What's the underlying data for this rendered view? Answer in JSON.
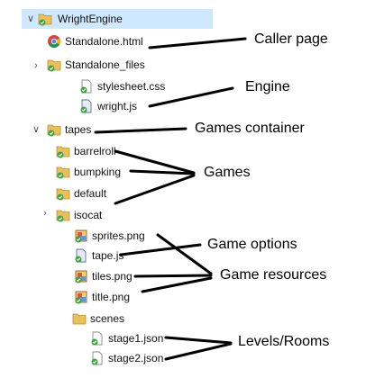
{
  "tree": {
    "root": "WrightEngine",
    "standalone_html": "Standalone.html",
    "standalone_files": "Standalone_files",
    "stylesheet": "stylesheet.css",
    "wright_js": "wright.js",
    "tapes": "tapes",
    "barrelroll": "barrelroll",
    "bumpking": "bumpking",
    "default": "default",
    "isocat": "isocat",
    "sprites_png": "sprites.png",
    "tape_js": "tape.js",
    "tiles_png": "tiles.png",
    "title_png": "title.png",
    "scenes": "scenes",
    "stage1_json": "stage1.json",
    "stage2_json": "stage2.json"
  },
  "annotations": {
    "caller_page": "Caller page",
    "engine": "Engine",
    "games_container": "Games container",
    "games": "Games",
    "game_options": "Game options",
    "game_resources": "Game resources",
    "levels_rooms": "Levels/Rooms"
  },
  "icons": {
    "folder": "folder-icon",
    "chrome": "chrome-icon",
    "file": "file-icon",
    "image": "image-icon",
    "check_badge": "green-check-badge"
  },
  "colors": {
    "selection": "#cde8ff",
    "folder": "#e8c15a",
    "check": "#3aa53a"
  }
}
